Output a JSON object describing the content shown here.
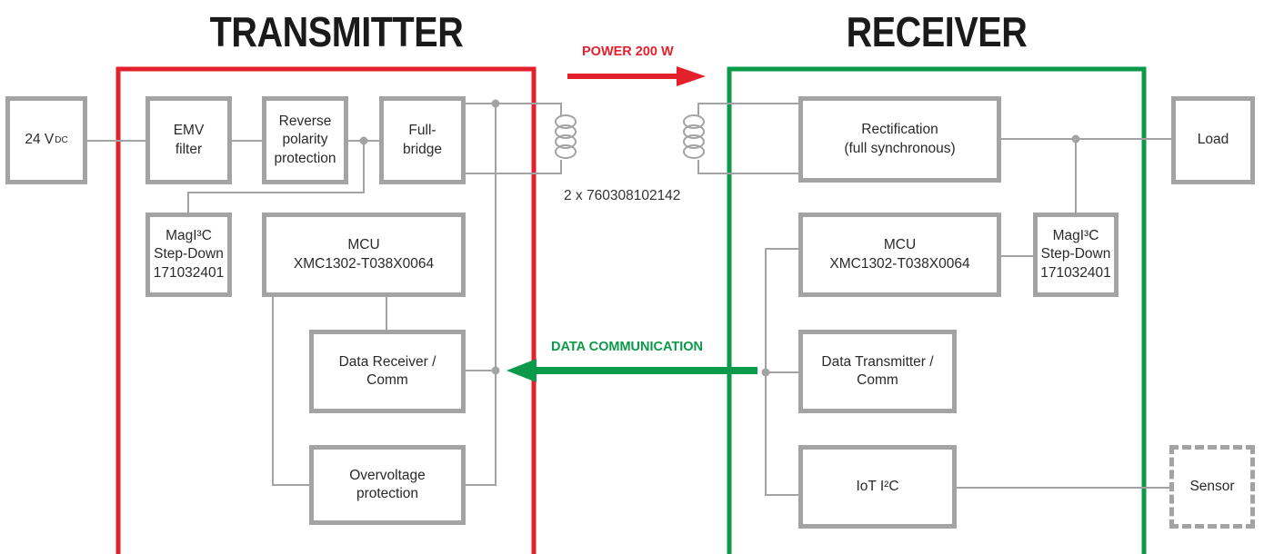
{
  "titles": {
    "transmitter": "TRANSMITTER",
    "receiver": "RECEIVER"
  },
  "labels": {
    "power": "POWER 200 W",
    "data_comm": "DATA COMMUNICATION",
    "coil_part": "2 x 760308102142"
  },
  "source": {
    "main": "24 V",
    "sub": "DC"
  },
  "tx_blocks": {
    "emv": "EMV\nfilter",
    "reverse": "Reverse\npolarity\nprotection",
    "fullbridge": "Full-\nbridge",
    "stepdown": "MagI³C\nStep-Down\n171032401",
    "mcu": "MCU\nXMC1302-T038X0064",
    "data_receiver": "Data Receiver /\nComm",
    "overvoltage": "Overvoltage\nprotection"
  },
  "rx_blocks": {
    "rectification": "Rectification\n(full synchronous)",
    "mcu": "MCU\nXMC1302-T038X0064",
    "stepdown": "MagI³C\nStep-Down\n171032401",
    "data_transmitter": "Data Transmitter /\nComm",
    "iot": "IoT I²C"
  },
  "external": {
    "load": "Load",
    "sensor": "Sensor"
  },
  "colors": {
    "transmitter": "#e3212d",
    "receiver": "#0b9a4a",
    "block_border": "#a3a3a3",
    "wire": "#a3a3a3"
  }
}
